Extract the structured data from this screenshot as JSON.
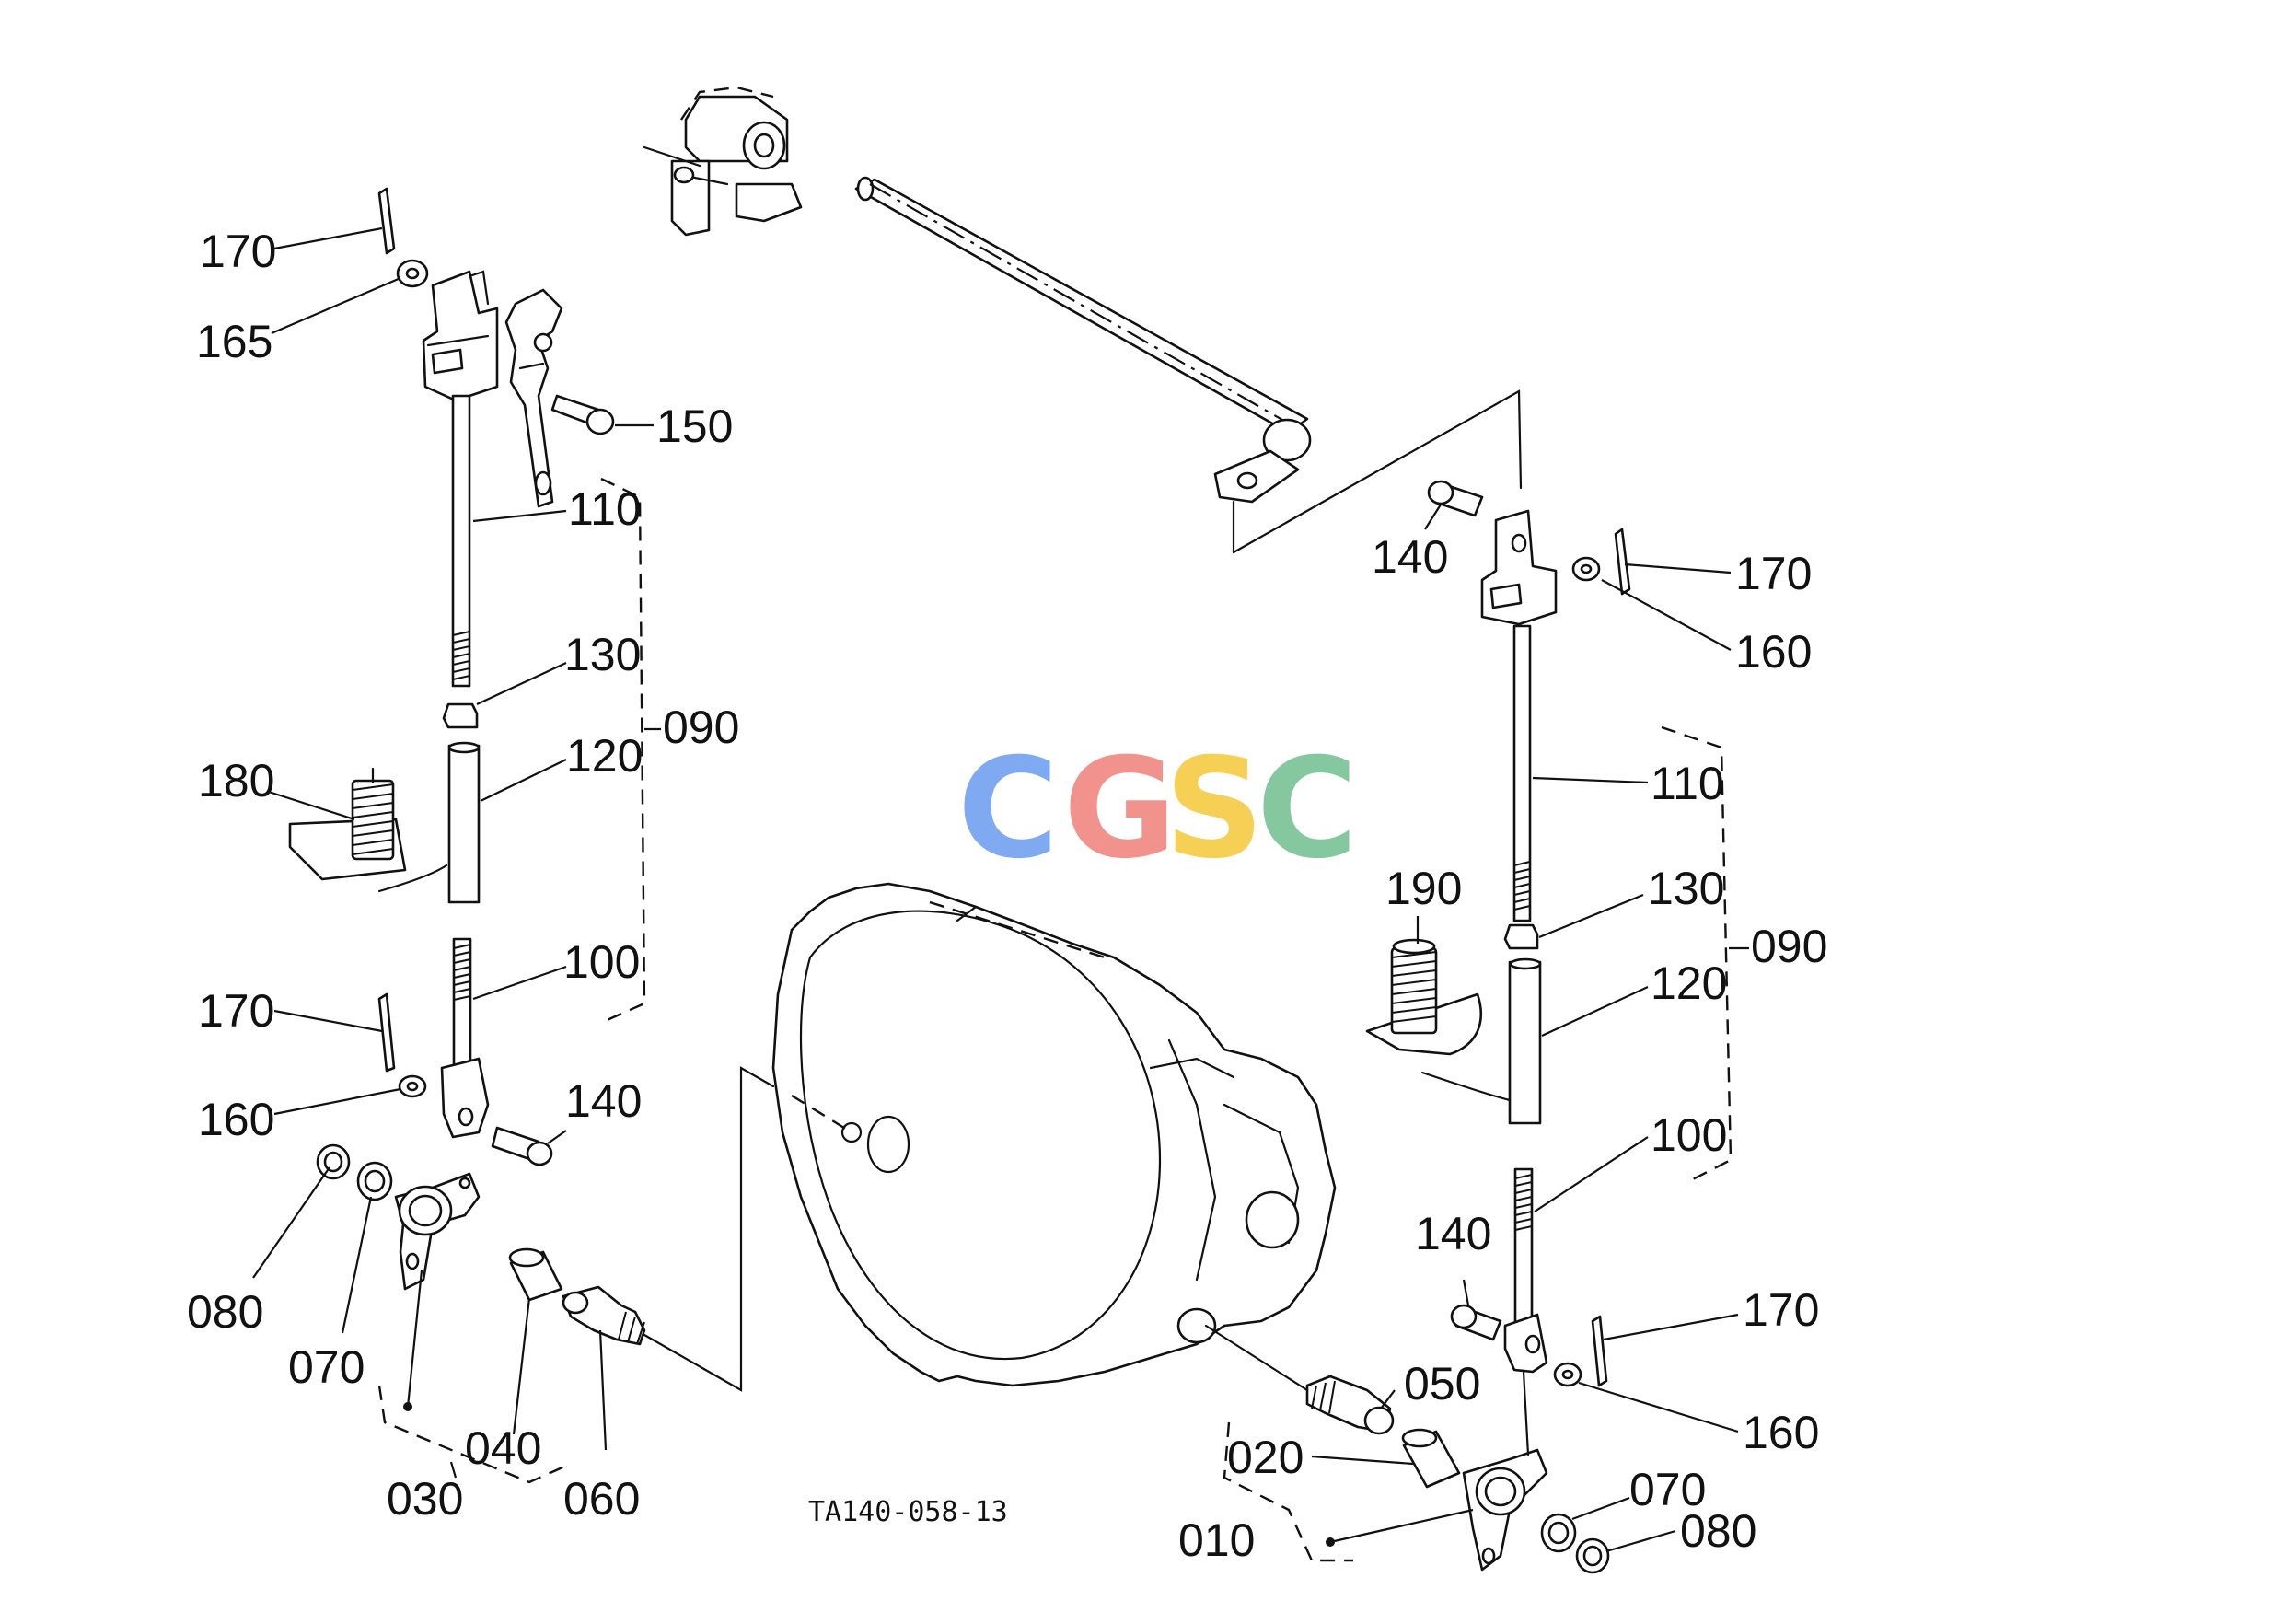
{
  "watermark": {
    "letters": [
      "C",
      "G",
      "S",
      "C"
    ],
    "colors": [
      "#7faaf2",
      "#f1938c",
      "#f6cf55",
      "#85c8a0"
    ]
  },
  "drawing_code": "TA140-058-13",
  "callouts": {
    "left": {
      "c170_top": "170",
      "c165": "165",
      "c150": "150",
      "c110": "110",
      "c130": "130",
      "c090": "090",
      "c180": "180",
      "c120": "120",
      "c100": "100",
      "c170_mid": "170",
      "c160": "160",
      "c140": "140",
      "c080": "080",
      "c070": "070",
      "c040": "040",
      "c030": "030",
      "c060": "060"
    },
    "right": {
      "c140_top": "140",
      "c170_top": "170",
      "c160_top": "160",
      "c110": "110",
      "c190": "190",
      "c130": "130",
      "c090": "090",
      "c120": "120",
      "c100": "100",
      "c140_bot": "140",
      "c170_bot": "170",
      "c050": "050",
      "c160_bot": "160",
      "c020": "020",
      "c070": "070",
      "c080": "080",
      "c010": "010"
    }
  }
}
